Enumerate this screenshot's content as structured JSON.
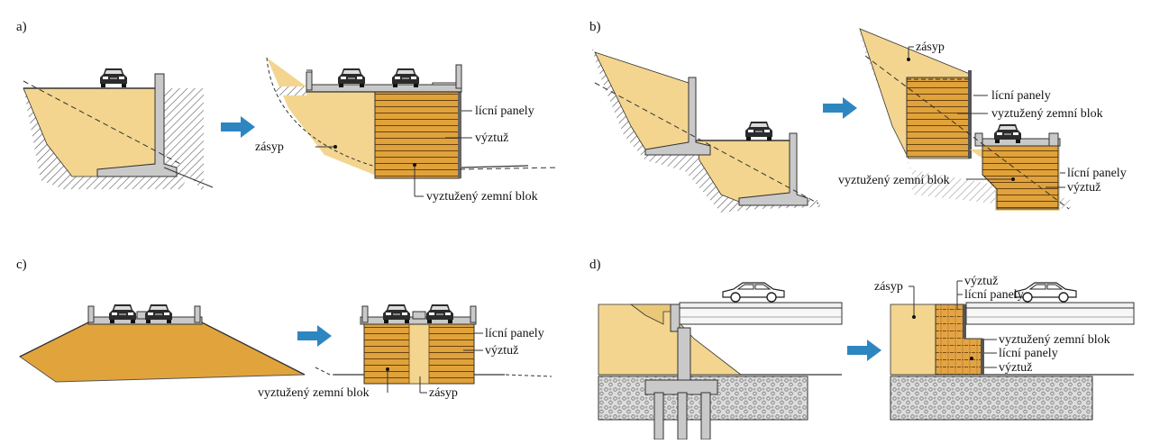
{
  "panels": {
    "a": {
      "letter": "a)",
      "labels": {
        "licni_panely": "lícní panely",
        "vyztuz": "výztuž",
        "zasyp": "zásyp",
        "vyztuzeny_blok": "vyztužený zemní blok"
      }
    },
    "b": {
      "letter": "b)",
      "labels": {
        "zasyp": "zásyp",
        "licni_panely_1": "lícní panely",
        "vyztuzeny_blok_1": "vyztužený zemní blok",
        "licni_panely_2": "lícní panely",
        "vyztuzeny_blok_2": "vyztužený zemní blok",
        "vyztuz": "výztuž"
      }
    },
    "c": {
      "letter": "c)",
      "labels": {
        "licni_panely": "lícní panely",
        "vyztuz": "výztuž",
        "vyztuzeny_blok": "vyztužený zemní blok",
        "zasyp": "zásyp"
      }
    },
    "d": {
      "letter": "d)",
      "labels": {
        "zasyp": "zásyp",
        "vyztuz_1": "výztuž",
        "licni_panely_1": "lícní panely",
        "vyztuzeny_blok": "vyztužený zemní blok",
        "licni_panely_2": "lícní panely",
        "vyztuz_2": "výztuž"
      }
    }
  },
  "colors": {
    "backfill": "#f3d58f",
    "reinforced": "#e0a23a",
    "reinforced_stripe": "#7a4c10",
    "concrete": "#c9c9c9",
    "arrow": "#2e86c1",
    "gravel": "#d9d9d9",
    "outline": "#333333"
  },
  "icons": [
    "car-icon",
    "arrow-right-icon",
    "hatching-ground"
  ]
}
